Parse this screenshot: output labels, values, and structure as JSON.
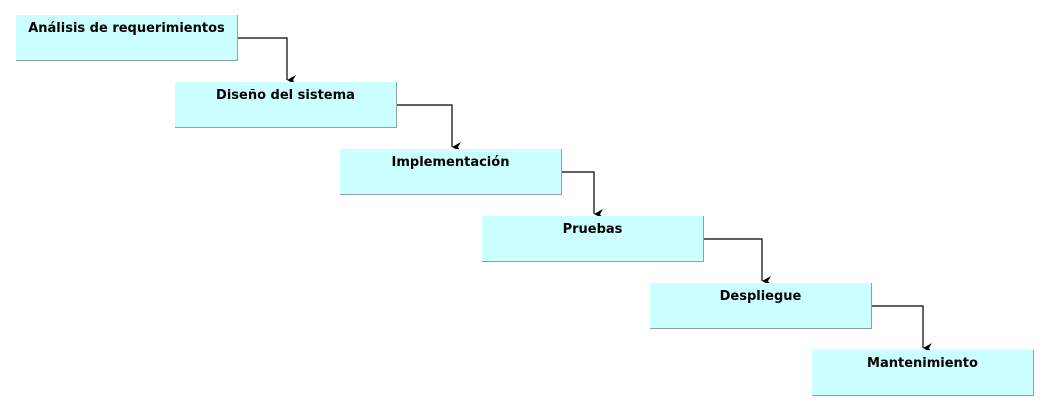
{
  "diagram": {
    "stages": [
      {
        "label": "Análisis de requerimientos"
      },
      {
        "label": "Diseño del sistema"
      },
      {
        "label": "Implementación"
      },
      {
        "label": "Pruebas"
      },
      {
        "label": "Despliegue"
      },
      {
        "label": "Mantenimiento"
      }
    ],
    "colors": {
      "box_fill": "#ccffff",
      "box_edge": "#8aa3a3",
      "connector": "#000000"
    }
  }
}
